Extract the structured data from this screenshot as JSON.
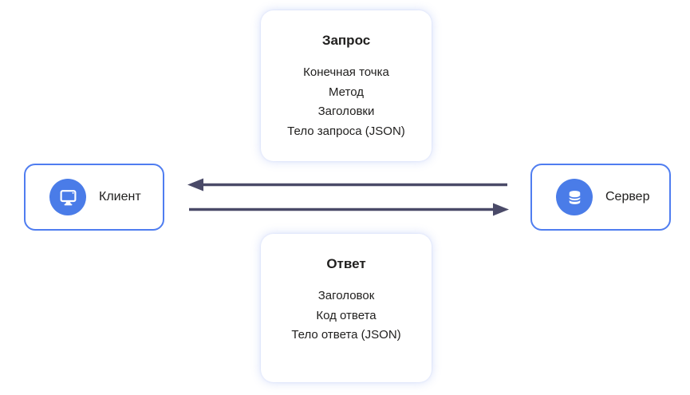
{
  "request": {
    "title": "Запрос",
    "items": [
      "Конечная точка",
      "Метод",
      "Заголовки",
      "Тело запроса (JSON)"
    ]
  },
  "response": {
    "title": "Ответ",
    "items": [
      "Заголовок",
      "Код ответа",
      "Тело ответа (JSON)"
    ]
  },
  "client": {
    "label": "Клиент",
    "icon": "monitor-icon"
  },
  "server": {
    "label": "Сервер",
    "icon": "database-icon"
  },
  "arrows": {
    "top": {
      "name": "server-to-client",
      "direction": "left"
    },
    "bottom": {
      "name": "client-to-server",
      "direction": "right"
    }
  },
  "colors": {
    "accent_blue": "#4a7ce8",
    "node_border": "#4f7df0",
    "arrow": "#4a4a68",
    "text": "#21201f",
    "card_glow": "#6c8ceb"
  }
}
